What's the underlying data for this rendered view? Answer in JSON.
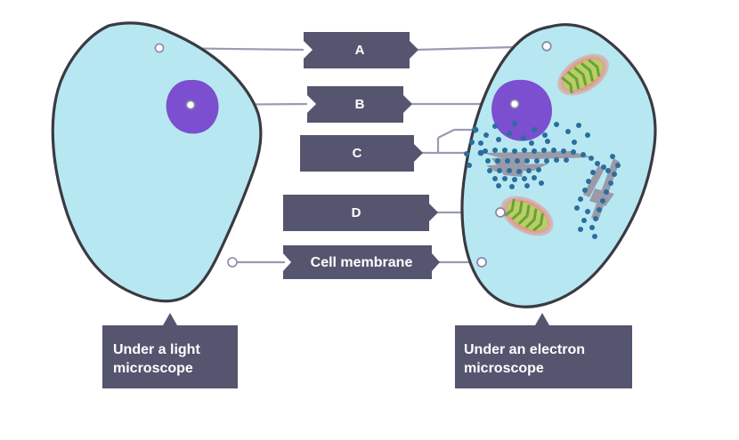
{
  "diagram": {
    "title_left_caption": "Under a light microscope",
    "title_right_caption": "Under an electron microscope",
    "labels": [
      {
        "id": "A",
        "text": "A",
        "shape": "double-arrow"
      },
      {
        "id": "B",
        "text": "B",
        "shape": "double-arrow"
      },
      {
        "id": "C",
        "text": "C",
        "shape": "right-arrow"
      },
      {
        "id": "D",
        "text": "D",
        "shape": "right-arrow"
      },
      {
        "id": "cell-membrane",
        "text": "Cell membrane",
        "shape": "double-arrow"
      }
    ],
    "left_cell": {
      "name": "light-microscope-cell",
      "structures": [
        "cytoplasm",
        "nucleus",
        "cell membrane"
      ]
    },
    "right_cell": {
      "name": "electron-microscope-cell",
      "structures": [
        "cytoplasm",
        "nucleus",
        "mitochondrion",
        "mitochondrion",
        "rough endoplasmic reticulum",
        "rough endoplasmic reticulum",
        "ribosomes",
        "cell membrane"
      ]
    },
    "colors": {
      "label_box": "#565570",
      "label_text": "#ffffff",
      "cytoplasm": "#b7e8f2",
      "cell_outline": "#3a3a42",
      "nucleus": "#7b4fcf",
      "leader_line": "#9a9ab5",
      "connector_dot_fill": "#ffffff",
      "connector_dot_stroke": "#8a8aa5",
      "mitochondrion_outer": "#ef8070",
      "mitochondrion_inner": "#b7cf63",
      "er_membrane": "#9a9aa8",
      "ribosome": "#2a6e9e",
      "caption_box": "#565570",
      "background": "#ffffff"
    }
  }
}
